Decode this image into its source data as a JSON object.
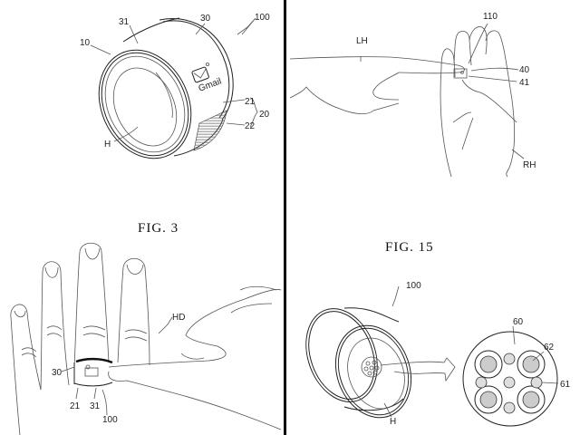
{
  "figures": {
    "fig3": {
      "caption": "FIG. 3",
      "ring_labels": {
        "device": "100",
        "outer_rim": "10",
        "edge": "31",
        "band": "30",
        "display": "21",
        "group": "20",
        "sensor_strip": "22",
        "hole": "H"
      },
      "icon_text": "Gmail",
      "hand_labels": {
        "hand": "HD",
        "band": "30",
        "display": "21",
        "edge": "31",
        "device": "100"
      }
    },
    "fig_gesture": {
      "labels": {
        "left_hand": "LH",
        "right_hand": "RH",
        "pointer": "110",
        "part_a": "40",
        "part_b": "41"
      }
    },
    "fig15": {
      "caption": "FIG. 15",
      "labels": {
        "device": "100",
        "hole": "H",
        "module": "60",
        "large_element": "62",
        "small_element": "61"
      }
    }
  }
}
